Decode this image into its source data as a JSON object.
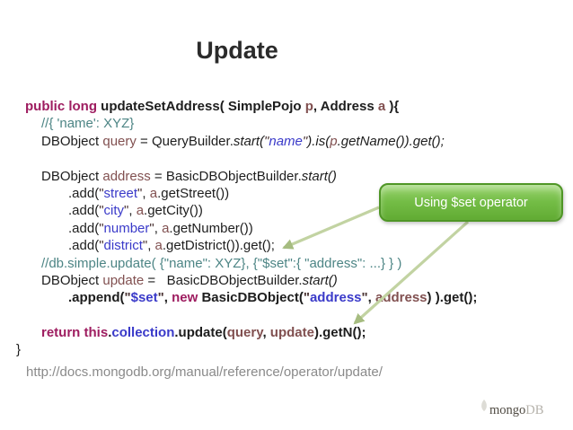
{
  "slide": {
    "title": "Update"
  },
  "callout": {
    "label": "Using $set operator"
  },
  "code": {
    "lines": [
      {
        "ind": 1,
        "bold": true,
        "segments": [
          {
            "t": "public long ",
            "cls": "kw"
          },
          {
            "t": "updateSetAddress( SimplePojo ",
            "cls": ""
          },
          {
            "t": "p",
            "cls": "var"
          },
          {
            "t": ", Address ",
            "cls": ""
          },
          {
            "t": "a",
            "cls": "var"
          },
          {
            "t": " ){",
            "cls": ""
          }
        ]
      },
      {
        "ind": 2,
        "bold": false,
        "segments": [
          {
            "t": "//{ 'name': XYZ}",
            "cls": "cmt"
          }
        ]
      },
      {
        "ind": 2,
        "bold": false,
        "segments": [
          {
            "t": "DBObject ",
            "cls": ""
          },
          {
            "t": "query",
            "cls": "var"
          },
          {
            "t": " = QueryBuilder.",
            "cls": ""
          },
          {
            "t": "start(",
            "cls": "it"
          },
          {
            "t": "\"",
            "cls": "it qt"
          },
          {
            "t": "name",
            "cls": "it str"
          },
          {
            "t": "\"",
            "cls": "it qt"
          },
          {
            "t": ").is(",
            "cls": "it"
          },
          {
            "t": "p",
            "cls": "it var"
          },
          {
            "t": ".getName()).get();",
            "cls": "it"
          }
        ]
      },
      {
        "ind": 0,
        "bold": false,
        "segments": []
      },
      {
        "ind": 2,
        "bold": false,
        "segments": [
          {
            "t": "DBObject ",
            "cls": ""
          },
          {
            "t": "address",
            "cls": "var"
          },
          {
            "t": " = BasicDBObjectBuilder.",
            "cls": ""
          },
          {
            "t": "start()",
            "cls": "it"
          }
        ]
      },
      {
        "ind": 3,
        "bold": false,
        "segments": [
          {
            "t": ".add(",
            "cls": ""
          },
          {
            "t": "\"",
            "cls": "qt"
          },
          {
            "t": "street",
            "cls": "str"
          },
          {
            "t": "\"",
            "cls": "qt"
          },
          {
            "t": ", ",
            "cls": ""
          },
          {
            "t": "a",
            "cls": "var"
          },
          {
            "t": ".getStreet())",
            "cls": ""
          }
        ]
      },
      {
        "ind": 3,
        "bold": false,
        "segments": [
          {
            "t": ".add(",
            "cls": ""
          },
          {
            "t": "\"",
            "cls": "qt"
          },
          {
            "t": "city",
            "cls": "str"
          },
          {
            "t": "\"",
            "cls": "qt"
          },
          {
            "t": ", ",
            "cls": ""
          },
          {
            "t": "a",
            "cls": "var"
          },
          {
            "t": ".getCity())",
            "cls": ""
          }
        ]
      },
      {
        "ind": 3,
        "bold": false,
        "segments": [
          {
            "t": ".add(",
            "cls": ""
          },
          {
            "t": "\"",
            "cls": "qt"
          },
          {
            "t": "number",
            "cls": "str"
          },
          {
            "t": "\"",
            "cls": "qt"
          },
          {
            "t": ", ",
            "cls": ""
          },
          {
            "t": "a",
            "cls": "var"
          },
          {
            "t": ".getNumber())",
            "cls": ""
          }
        ]
      },
      {
        "ind": 3,
        "bold": false,
        "segments": [
          {
            "t": ".add(",
            "cls": ""
          },
          {
            "t": "\"",
            "cls": "qt"
          },
          {
            "t": "district",
            "cls": "str"
          },
          {
            "t": "\"",
            "cls": "qt"
          },
          {
            "t": ", ",
            "cls": ""
          },
          {
            "t": "a",
            "cls": "var"
          },
          {
            "t": ".getDistrict()).get();",
            "cls": ""
          }
        ]
      },
      {
        "ind": 2,
        "bold": false,
        "segments": [
          {
            "t": "//db.simple.update( {\"name\": XYZ}, {\"$set\":{ \"address\": ...} } )",
            "cls": "cmt"
          }
        ]
      },
      {
        "ind": 2,
        "bold": false,
        "segments": [
          {
            "t": "DBObject ",
            "cls": ""
          },
          {
            "t": "update",
            "cls": "var"
          },
          {
            "t": " =   BasicDBObjectBuilder.",
            "cls": ""
          },
          {
            "t": "start()",
            "cls": "it"
          }
        ]
      },
      {
        "ind": 3,
        "bold": true,
        "segments": [
          {
            "t": ".append(",
            "cls": ""
          },
          {
            "t": "\"",
            "cls": "qt"
          },
          {
            "t": "$set",
            "cls": "str"
          },
          {
            "t": "\"",
            "cls": "qt"
          },
          {
            "t": ", ",
            "cls": ""
          },
          {
            "t": "new ",
            "cls": "kw"
          },
          {
            "t": "BasicDBObject(",
            "cls": ""
          },
          {
            "t": "\"",
            "cls": "qt"
          },
          {
            "t": "address",
            "cls": "str"
          },
          {
            "t": "\"",
            "cls": "qt"
          },
          {
            "t": ", ",
            "cls": ""
          },
          {
            "t": "address",
            "cls": "var"
          },
          {
            "t": ") ).get();",
            "cls": ""
          }
        ]
      },
      {
        "ind": 0,
        "bold": false,
        "segments": []
      },
      {
        "ind": 2,
        "bold": true,
        "segments": [
          {
            "t": "return this",
            "cls": "kw"
          },
          {
            "t": ".",
            "cls": ""
          },
          {
            "t": "collection",
            "cls": "str"
          },
          {
            "t": ".update(",
            "cls": ""
          },
          {
            "t": "query",
            "cls": "var"
          },
          {
            "t": ", ",
            "cls": ""
          },
          {
            "t": "update",
            "cls": "var"
          },
          {
            "t": ").getN();",
            "cls": ""
          }
        ]
      },
      {
        "ind": 0,
        "bold": false,
        "segments": [
          {
            "t": "}",
            "cls": ""
          }
        ]
      }
    ]
  },
  "footer": {
    "url": "http://docs.mongodb.org/manual/reference/operator/update/",
    "logo": {
      "mongo": "mongo",
      "db": "DB"
    }
  },
  "colors": {
    "keyword_magenta": "#9e1d60",
    "variable_maroon": "#815050",
    "string_blue": "#3a3ac9",
    "comment_teal": "#4d8585",
    "callout_green": "#6ab33e",
    "callout_border_green": "#4f9626",
    "arrow_sage_green": "#c2d3a2",
    "url_gray": "#8a8a8a",
    "title_dark": "#2b2b2b"
  }
}
